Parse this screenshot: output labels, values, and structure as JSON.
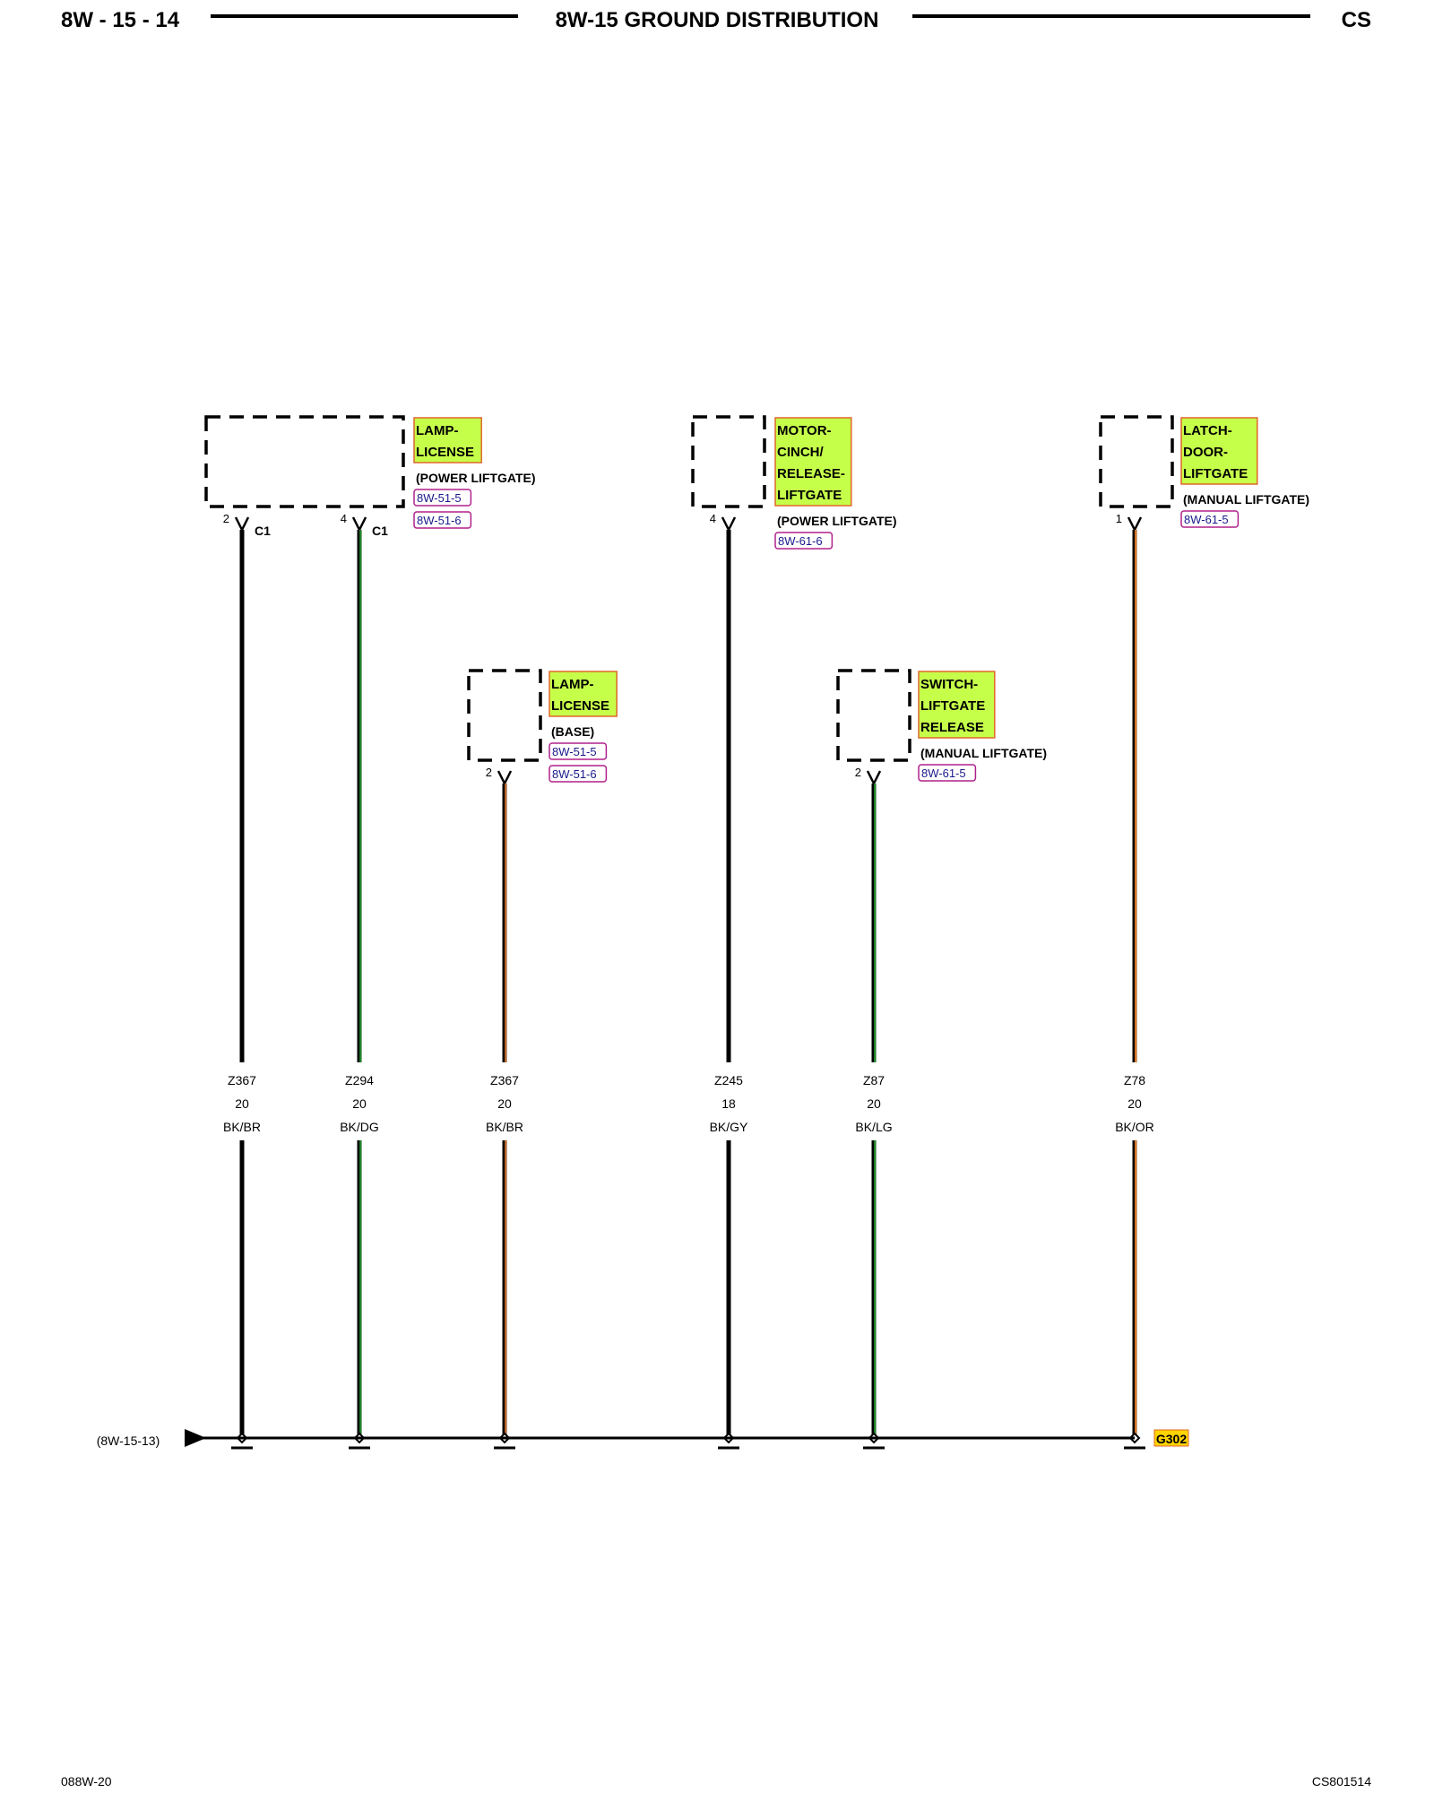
{
  "header": {
    "page_number": "8W - 15 - 14",
    "title": "8W-15 GROUND DISTRIBUTION",
    "model": "CS"
  },
  "footer": {
    "left_code": "088W-20",
    "right_code": "CS801514"
  },
  "colors": {
    "highlight_fill": "#c6ff4a",
    "highlight_border": "#e0672a",
    "ref_border": "#b0208c",
    "wire_black": "#000000",
    "wire_brown": "#c0682a",
    "wire_green": "#1f8a2a",
    "wire_orange": "#e07a28",
    "ground_label_fill": "#ffd400"
  },
  "bus": {
    "from_ref": "(8W-15-13)",
    "ground_label": "G302"
  },
  "components": [
    {
      "name_lines": [
        "LAMP-",
        "LICENSE"
      ],
      "note": "(POWER LIFTGATE)",
      "refs": [
        "8W-51-5",
        "8W-51-6"
      ]
    },
    {
      "name_lines": [
        "LAMP-",
        "LICENSE"
      ],
      "note": "(BASE)",
      "refs": [
        "8W-51-5",
        "8W-51-6"
      ]
    },
    {
      "name_lines": [
        "MOTOR-",
        "CINCH/",
        "RELEASE-",
        "LIFTGATE"
      ],
      "note": "(POWER LIFTGATE)",
      "refs": [
        "8W-61-6"
      ]
    },
    {
      "name_lines": [
        "SWITCH-",
        "LIFTGATE",
        "RELEASE"
      ],
      "note": "(MANUAL LIFTGATE)",
      "refs": [
        "8W-61-5"
      ]
    },
    {
      "name_lines": [
        "LATCH-",
        "DOOR-",
        "LIFTGATE"
      ],
      "note": "(MANUAL LIFTGATE)",
      "refs": [
        "8W-61-5"
      ]
    }
  ],
  "wires": [
    {
      "pin": "2",
      "connector": "C1",
      "circuit": "Z367",
      "gauge": "20",
      "color": "BK/BR",
      "component": 0,
      "tracer": "black"
    },
    {
      "pin": "4",
      "connector": "C1",
      "circuit": "Z294",
      "gauge": "20",
      "color": "BK/DG",
      "component": 0,
      "tracer": "green"
    },
    {
      "pin": "2",
      "connector": "",
      "circuit": "Z367",
      "gauge": "20",
      "color": "BK/BR",
      "component": 1,
      "tracer": "brown"
    },
    {
      "pin": "4",
      "connector": "",
      "circuit": "Z245",
      "gauge": "18",
      "color": "BK/GY",
      "component": 2,
      "tracer": "black"
    },
    {
      "pin": "2",
      "connector": "",
      "circuit": "Z87",
      "gauge": "20",
      "color": "BK/LG",
      "component": 3,
      "tracer": "green"
    },
    {
      "pin": "1",
      "connector": "",
      "circuit": "Z78",
      "gauge": "20",
      "color": "BK/OR",
      "component": 4,
      "tracer": "orange"
    }
  ]
}
